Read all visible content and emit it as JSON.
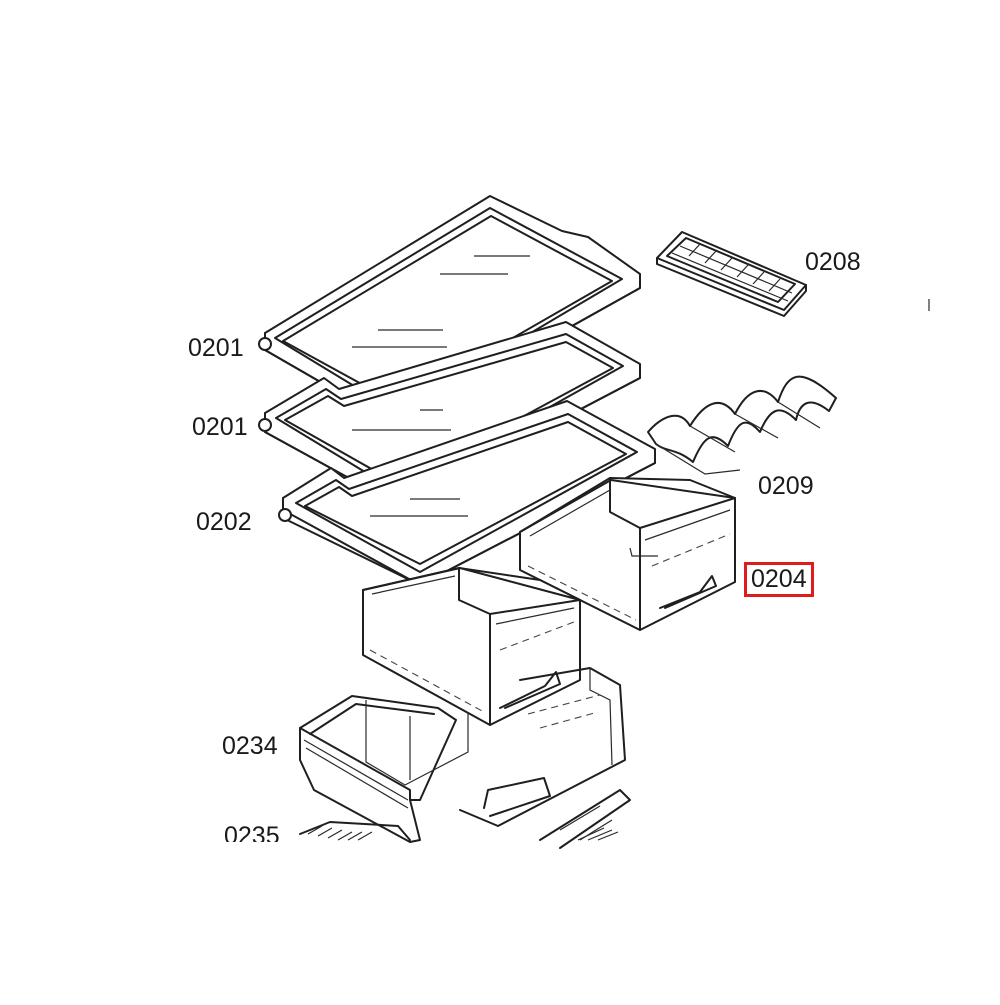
{
  "diagram": {
    "labels": {
      "part_0208": "0208",
      "part_0201_top": "0201",
      "part_0201_mid": "0201",
      "part_0209": "0209",
      "part_0202": "0202",
      "part_0204": "0204",
      "part_0234": "0234",
      "part_0235": "0235"
    },
    "highlight_color": "#e01b1b",
    "highlighted_part": "0204"
  }
}
